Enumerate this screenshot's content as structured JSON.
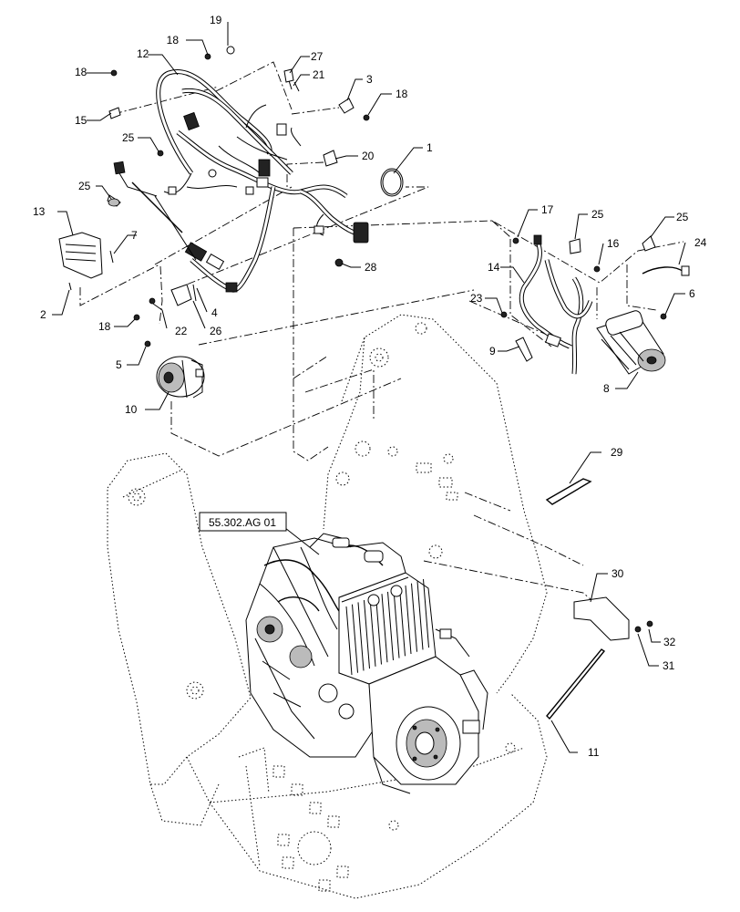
{
  "reference_box": {
    "label": "55.302.AG 01"
  },
  "callouts": [
    {
      "id": "c1",
      "text": "1"
    },
    {
      "id": "c2",
      "text": "2"
    },
    {
      "id": "c3",
      "text": "3"
    },
    {
      "id": "c4",
      "text": "4"
    },
    {
      "id": "c5",
      "text": "5"
    },
    {
      "id": "c6",
      "text": "6"
    },
    {
      "id": "c7",
      "text": "7"
    },
    {
      "id": "c8",
      "text": "8"
    },
    {
      "id": "c9",
      "text": "9"
    },
    {
      "id": "c10",
      "text": "10"
    },
    {
      "id": "c11",
      "text": "11"
    },
    {
      "id": "c12",
      "text": "12"
    },
    {
      "id": "c13",
      "text": "13"
    },
    {
      "id": "c14",
      "text": "14"
    },
    {
      "id": "c15",
      "text": "15"
    },
    {
      "id": "c16",
      "text": "16"
    },
    {
      "id": "c17",
      "text": "17"
    },
    {
      "id": "c18a",
      "text": "18"
    },
    {
      "id": "c18b",
      "text": "18"
    },
    {
      "id": "c18c",
      "text": "18"
    },
    {
      "id": "c18d",
      "text": "18"
    },
    {
      "id": "c19",
      "text": "19"
    },
    {
      "id": "c20",
      "text": "20"
    },
    {
      "id": "c21",
      "text": "21"
    },
    {
      "id": "c22",
      "text": "22"
    },
    {
      "id": "c23",
      "text": "23"
    },
    {
      "id": "c24",
      "text": "24"
    },
    {
      "id": "c25a",
      "text": "25"
    },
    {
      "id": "c25b",
      "text": "25"
    },
    {
      "id": "c25c",
      "text": "25"
    },
    {
      "id": "c25d",
      "text": "25"
    },
    {
      "id": "c26",
      "text": "26"
    },
    {
      "id": "c27",
      "text": "27"
    },
    {
      "id": "c28",
      "text": "28"
    },
    {
      "id": "c29",
      "text": "29"
    },
    {
      "id": "c30",
      "text": "30"
    },
    {
      "id": "c31",
      "text": "31"
    },
    {
      "id": "c32",
      "text": "32"
    }
  ]
}
